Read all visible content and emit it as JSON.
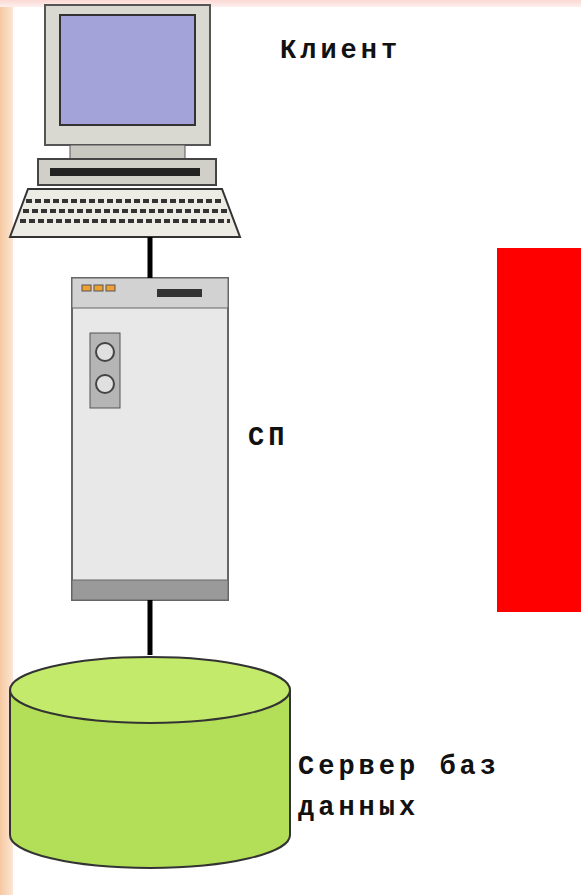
{
  "diagram": {
    "nodes": [
      {
        "text": [
          "Клиент"
        ]
      },
      {
        "text": [
          "СП"
        ]
      },
      {
        "text": [
          "Сервер баз данных"
        ]
      }
    ],
    "edges": [
      {
        "from": 0,
        "to": 1,
        "arrow": "none"
      },
      {
        "from": 1,
        "to": 2,
        "arrow": "none"
      }
    ]
  }
}
